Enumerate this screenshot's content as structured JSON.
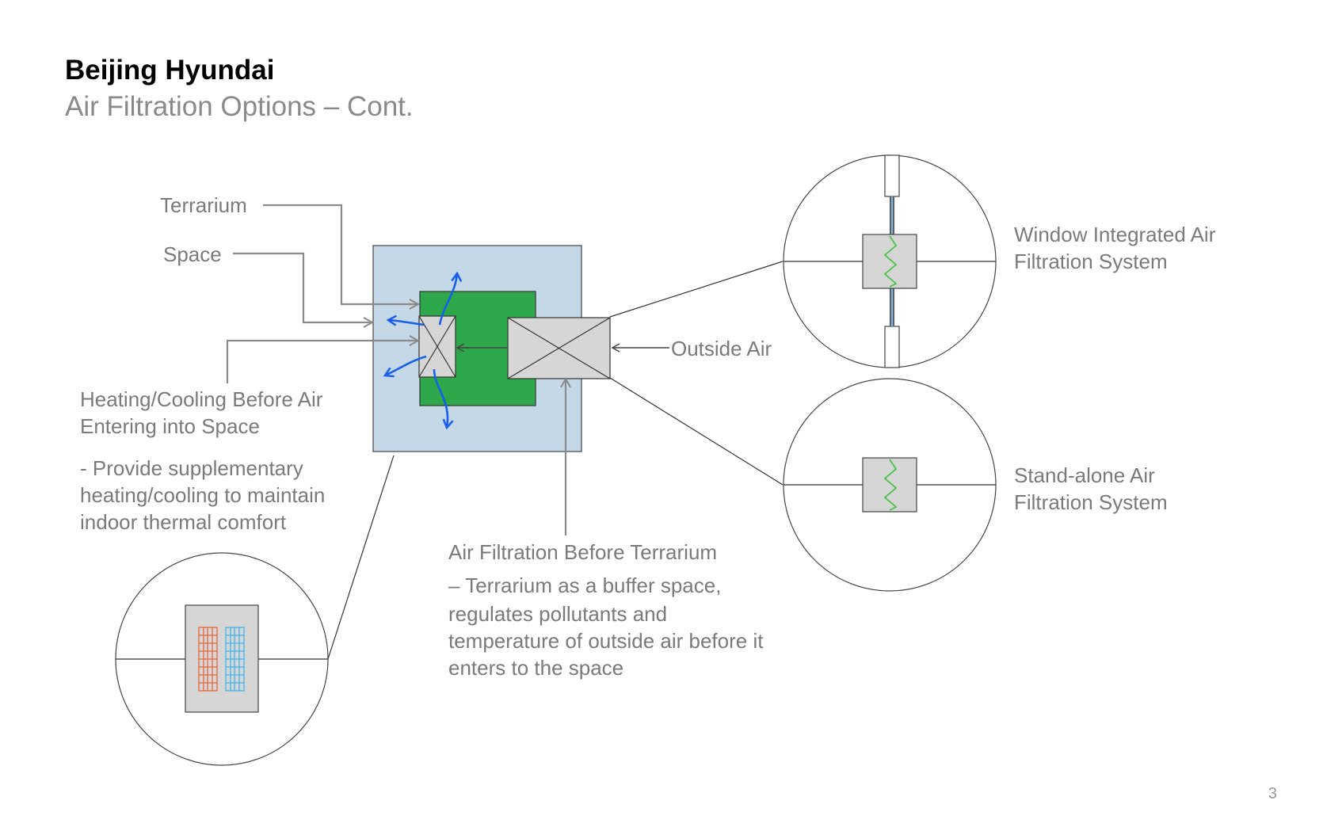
{
  "header": {
    "title": "Beijing Hyundai",
    "subtitle": "Air Filtration Options – Cont."
  },
  "labels": {
    "terrarium": "Terrarium",
    "space": "Space",
    "outside_air": "Outside Air",
    "heating_title_1": "Heating/Cooling Before Air",
    "heating_title_2": "Entering into Space",
    "heating_desc_1": "- Provide supplementary",
    "heating_desc_2": "heating/cooling to maintain",
    "heating_desc_3": "indoor thermal comfort",
    "filtration_title": "Air Filtration Before Terrarium",
    "filtration_desc_1": "– Terrarium as a buffer space,",
    "filtration_desc_2": "regulates pollutants and",
    "filtration_desc_3": "temperature of outside air before it",
    "filtration_desc_4": "enters to the space",
    "window_system_1": "Window Integrated Air",
    "window_system_2": "Filtration System",
    "standalone_system_1": "Stand-alone Air",
    "standalone_system_2": "Filtration System"
  },
  "page_number": "3",
  "colors": {
    "space_fill": "#c5d8e8",
    "terrarium_fill": "#2ea84a",
    "unit_fill": "#d6d6d6",
    "airflow_arrow": "#1a5fe8",
    "leader_line": "#8a8a8a",
    "heating_coil": "#e8663c",
    "cooling_coil": "#3fb4e8",
    "filter_zigzag": "#4cc04c"
  }
}
